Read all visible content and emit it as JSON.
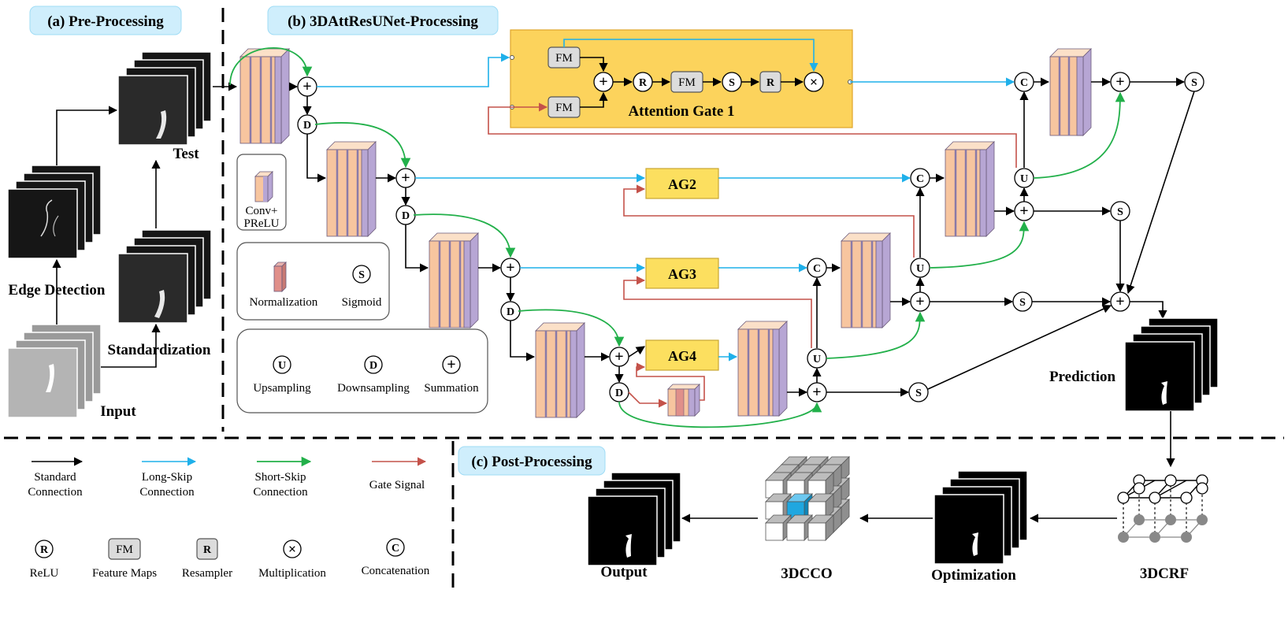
{
  "sections": {
    "pre": "(a) Pre-Processing",
    "main": "(b) 3DAttResUNet-Processing",
    "post": "(c) Post-Processing"
  },
  "pre_labels": {
    "test": "Test",
    "edge": "Edge Detection",
    "standardization": "Standardization",
    "input": "Input"
  },
  "ops": {
    "plus": "+",
    "down": "D",
    "up": "U",
    "concat": "C",
    "sigmoid": "S",
    "relu": "R",
    "fm": "FM",
    "times": "×"
  },
  "attention": {
    "ag1": "Attention Gate 1",
    "ag2": "AG2",
    "ag3": "AG3",
    "ag4": "AG4"
  },
  "legend_blocks": {
    "conv_line1": "Conv+",
    "conv_line2": "PReLU",
    "normalization": "Normalization",
    "sigmoid": "Sigmoid",
    "upsampling": "Upsampling",
    "downsampling": "Downsampling",
    "summation": "Summation"
  },
  "output_labels": {
    "prediction": "Prediction",
    "output": "Output",
    "threedcco": "3DCCO",
    "optimization": "Optimization",
    "threedcrf": "3DCRF"
  },
  "bottom_legend": {
    "standard_l1": "Standard",
    "standard_l2": "Connection",
    "longskip_l1": "Long-Skip",
    "longskip_l2": "Connection",
    "shortskip_l1": "Short-Skip",
    "shortskip_l2": "Connection",
    "gate": "Gate Signal",
    "relu": "ReLU",
    "feature_maps": "Feature Maps",
    "resampler": "Resampler",
    "multiplication": "Multiplication",
    "concatenation": "Concatenation"
  },
  "colors": {
    "standard": "#000000",
    "long_skip": "#1fb0ea",
    "short_skip": "#22b04a",
    "gate_signal": "#c4524a",
    "attention_gate": "#fcdf5f",
    "conv_block": "#f7c59f",
    "conv_side": "#b7a6d4",
    "badge": "#cfeefc"
  }
}
